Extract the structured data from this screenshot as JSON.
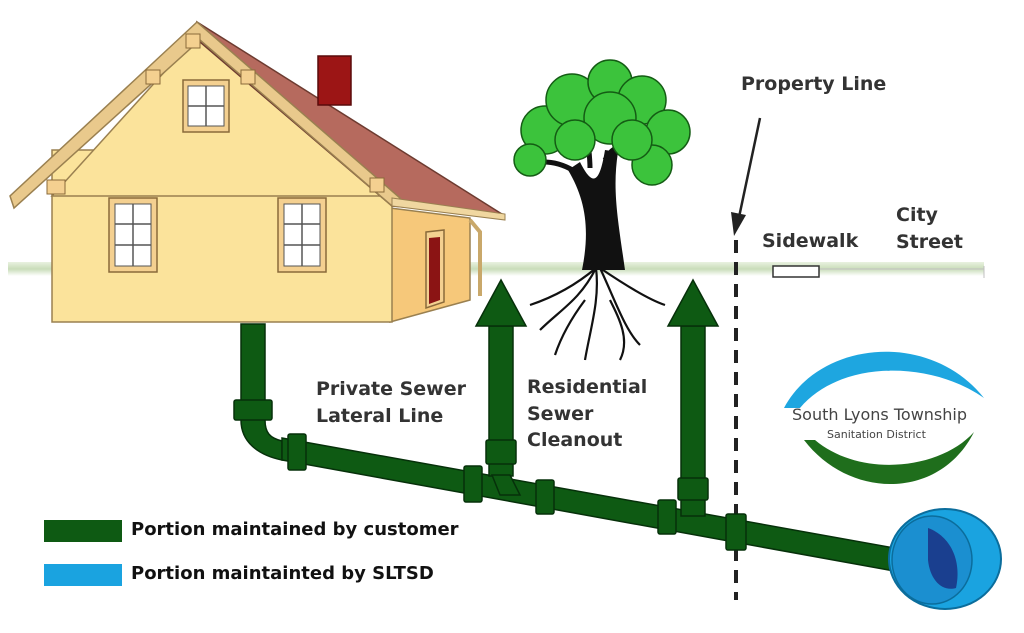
{
  "labels": {
    "property_line": "Property Line",
    "sidewalk": "Sidewalk",
    "city_street_line1": "City",
    "city_street_line2": "Street",
    "private_sewer_line1": "Private Sewer",
    "private_sewer_line2": "Lateral Line",
    "cleanout_line1": "Residential",
    "cleanout_line2": "Sewer",
    "cleanout_line3": "Cleanout"
  },
  "legend": [
    {
      "label": "Portion maintained by customer",
      "color": "#0e5a13"
    },
    {
      "label": "Portion maintainted by  SLTSD",
      "color": "#1aa3e0"
    }
  ],
  "logo": {
    "title": "South Lyons Township",
    "subtitle": "Sanitation District",
    "colors": {
      "blue": "#1ea6e0",
      "green": "#1f6e1c"
    }
  },
  "colors": {
    "customer_pipe": "#0e5a13",
    "district_pipe": "#1aa3e0",
    "house_wall": "#fbe39b",
    "roof": "#b66a5e",
    "chimney": "#9c1515",
    "tree_leaves": "#3cc33c",
    "ground": "#c7dcb8"
  }
}
